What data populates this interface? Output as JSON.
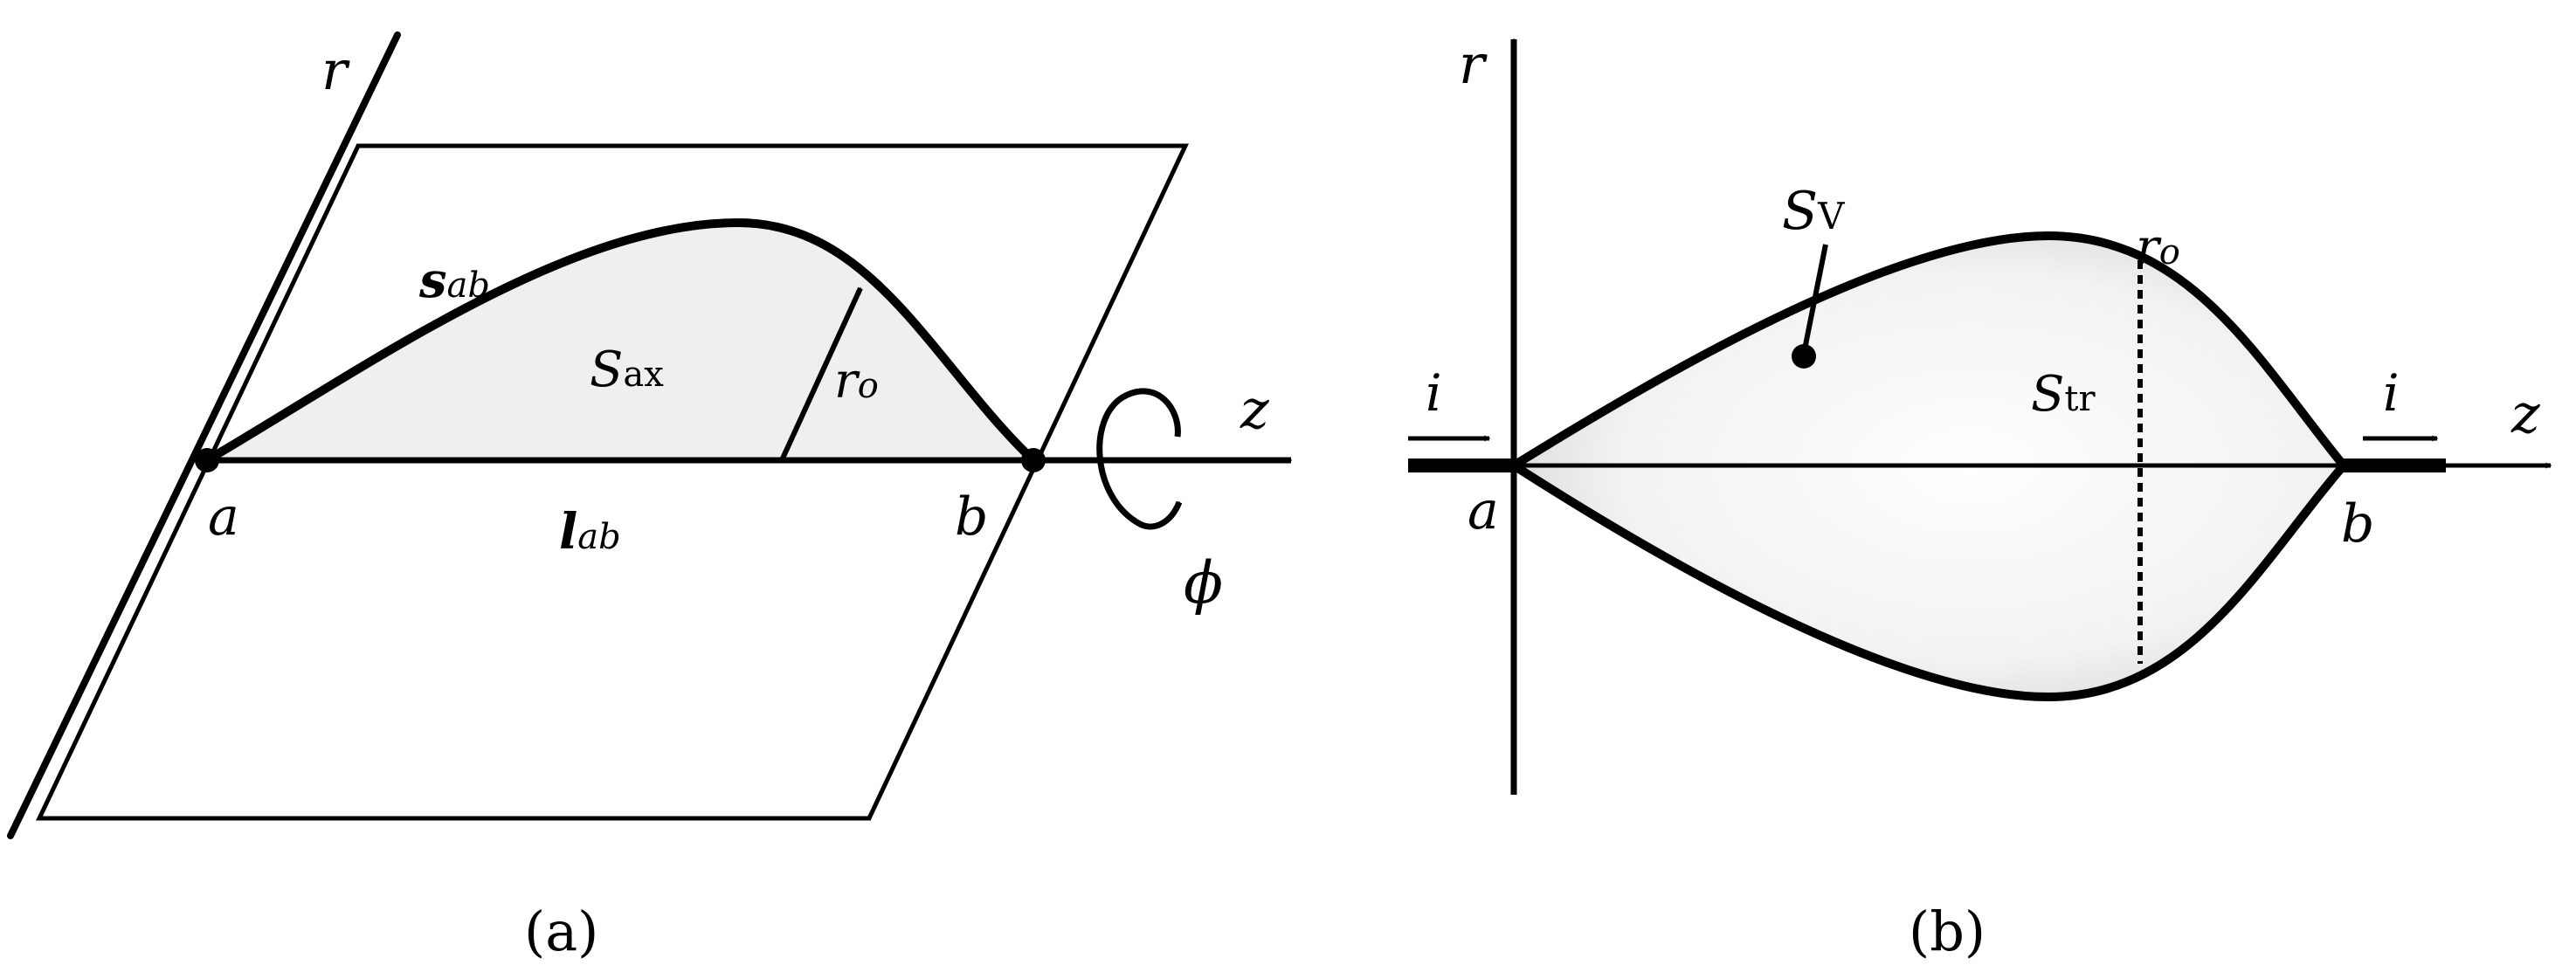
{
  "panel_a": {
    "caption": "(a)",
    "axis_r": "r",
    "axis_z": "z",
    "axis_phi": "ϕ",
    "curve": {
      "letter": "s",
      "sub": "ab"
    },
    "surface": {
      "letter": "S",
      "sub": "ax"
    },
    "radius": {
      "letter": "r",
      "sub": "o"
    },
    "segment": {
      "letter": "l",
      "sub": "ab"
    },
    "point_a": "a",
    "point_b": "b"
  },
  "panel_b": {
    "caption": "(b)",
    "axis_r": "r",
    "axis_z": "z",
    "surface_v": {
      "letter": "S",
      "sub": "V"
    },
    "surface_tr": {
      "letter": "S",
      "sub": "tr"
    },
    "radius": {
      "letter": "r",
      "sub": "o"
    },
    "current_in": "i",
    "current_out": "i",
    "point_a": "a",
    "point_b": "b"
  },
  "colors": {
    "stroke": "#000000",
    "fill_a": "#efefef",
    "fill_b_edge": "#d8d8d8",
    "fill_b_core": "#ffffff"
  }
}
